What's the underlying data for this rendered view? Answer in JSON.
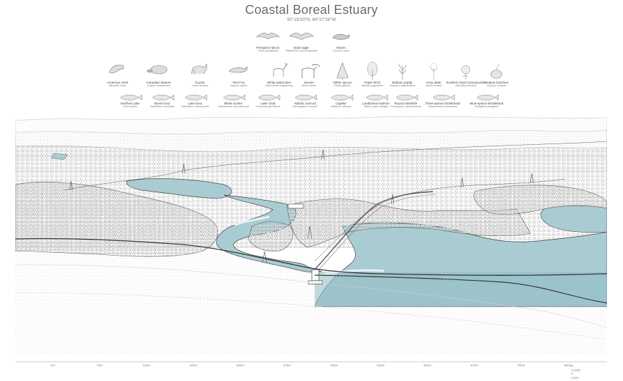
{
  "title": "Coastal Boreal Estuary",
  "coordinates": "50°19'20\"N, 64°27'26\"W",
  "birds": [
    {
      "common": "Peregrine falcon",
      "latin": "Falco peregrinus",
      "icon": "falcon-icon"
    },
    {
      "common": "Bald eagle",
      "latin": "Haliaeetus leucocephalus",
      "icon": "eagle-icon"
    },
    {
      "common": "Raven",
      "latin": "Corvus corax",
      "icon": "raven-icon"
    }
  ],
  "fauna_flora": [
    {
      "common": "American mink",
      "latin": "Mustela vison",
      "icon": "mink-icon"
    },
    {
      "common": "Canadian Beaver",
      "latin": "Castor canadensis",
      "icon": "beaver-icon"
    },
    {
      "common": "Coyote",
      "latin": "Canis latrans",
      "icon": "coyote-icon"
    },
    {
      "common": "Red Fox",
      "latin": "Vulpes vulpes",
      "icon": "fox-icon"
    },
    {
      "common": "White tailed deer",
      "latin": "Odocoileus virginianus",
      "icon": "deer-icon"
    },
    {
      "common": "Moose",
      "latin": "Alces alces",
      "icon": "moose-icon"
    },
    {
      "common": "White spruce",
      "latin": "Picea glauca",
      "icon": "spruce-icon"
    },
    {
      "common": "Paper birch",
      "latin": "Betula papyrifera",
      "icon": "birch-icon"
    },
    {
      "common": "Balsam poplar",
      "latin": "Populus balsamifera",
      "icon": "poplar-icon"
    },
    {
      "common": "Grey alder",
      "latin": "Alnus incana",
      "icon": "alder-icon"
    },
    {
      "common": "Northern bush honeysuckle",
      "latin": "Diervilla lonicera",
      "icon": "honeysuckle-icon"
    },
    {
      "common": "Beaked hazelnut",
      "latin": "Corylus cornuta",
      "icon": "hazelnut-icon"
    }
  ],
  "fish": [
    {
      "common": "Northern pike",
      "latin": "Esox lucius",
      "icon": "fish-icon"
    },
    {
      "common": "Brook trout",
      "latin": "Salvelinus fontinalis",
      "icon": "fish-icon"
    },
    {
      "common": "Lake trout",
      "latin": "Salvelinus namaycush",
      "icon": "fish-icon"
    },
    {
      "common": "White sucker",
      "latin": "Catostomus commersonii",
      "icon": "fish-icon"
    },
    {
      "common": "Lake chub",
      "latin": "Couesius plumbeus",
      "icon": "fish-icon"
    },
    {
      "common": "Atlantic tomcod",
      "latin": "Microgadus tomcod",
      "icon": "fish-icon"
    },
    {
      "common": "Capelin",
      "latin": "Mallotus villosus",
      "icon": "fish-icon"
    },
    {
      "common": "Landlocked salmon",
      "latin": "Salmo salar sebago",
      "icon": "fish-icon"
    },
    {
      "common": "Round whitefish",
      "latin": "Prosopium cylindraceum",
      "icon": "fish-icon"
    },
    {
      "common": "Three-spined stickleback",
      "latin": "Gasterosteus aculeatus",
      "icon": "fish-icon"
    },
    {
      "common": "Nine-spined stickleback",
      "latin": "Pungitius pungitius",
      "icon": "fish-icon"
    }
  ],
  "scale_ticks": [
    "0m",
    "75m",
    "150m",
    "225m",
    "300m",
    "375m",
    "450m",
    "525m",
    "600m",
    "675m",
    "750m",
    "800m"
  ],
  "scale_ratio": [
    "H: 1:1000",
    "V: 1:500"
  ],
  "colors": {
    "water": "#a9ccd2",
    "water_dark": "#8fbcc4",
    "line": "#444444",
    "hatch": "#cfcfcf",
    "tree": "#9a9a9a"
  }
}
